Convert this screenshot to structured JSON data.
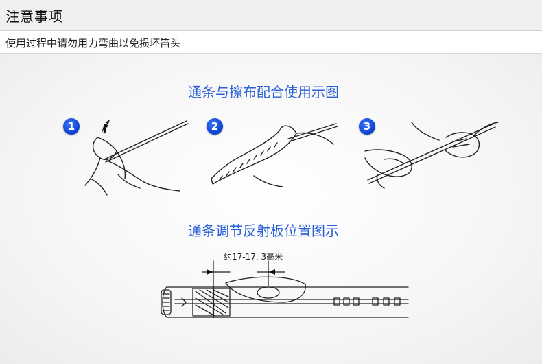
{
  "header": {
    "title": "注意事项",
    "note": "使用过程中请勿用力弯曲以免损坏笛头"
  },
  "section1": {
    "heading": "通条与擦布配合使用示图",
    "steps": [
      "1",
      "2",
      "3"
    ]
  },
  "section2": {
    "heading": "通条调节反射板位置图示",
    "measurement": "约17-17. 3毫米"
  },
  "colors": {
    "heading_blue": "#2a5fd6",
    "badge_blue": "#0a3fcc"
  }
}
